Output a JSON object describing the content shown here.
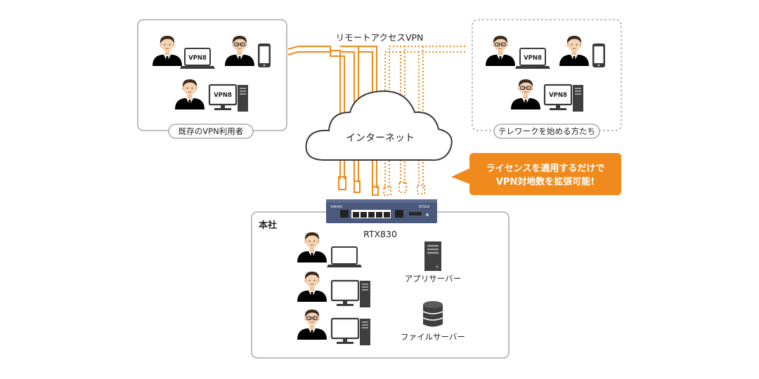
{
  "labels": {
    "existing_users": "既存のVPN利用者",
    "teleworkers": "テレワークを始める方たち",
    "remote_access_vpn": "リモートアクセスVPN",
    "internet": "インターネット",
    "headquarters": "本社",
    "router_model": "RTX830",
    "app_server": "アプリサーバー",
    "file_server": "ファイルサーバー",
    "vpn_badge": "VPN8",
    "router_brand": "YAMAHA",
    "router_name_small": "RTX830"
  },
  "callout": {
    "line1": "ライセンスを適用するだけで",
    "line2": "VPN対地数を拡張可能!"
  },
  "colors": {
    "vpn_line": "#f08a1c",
    "callout_bg": "#f08a1c",
    "box_border": "#9a9a9a",
    "suit_dark": "#3c4654",
    "suit_navy": "#2f3f6e",
    "suit_gray": "#7c8088",
    "router": "#4b5a7c"
  }
}
